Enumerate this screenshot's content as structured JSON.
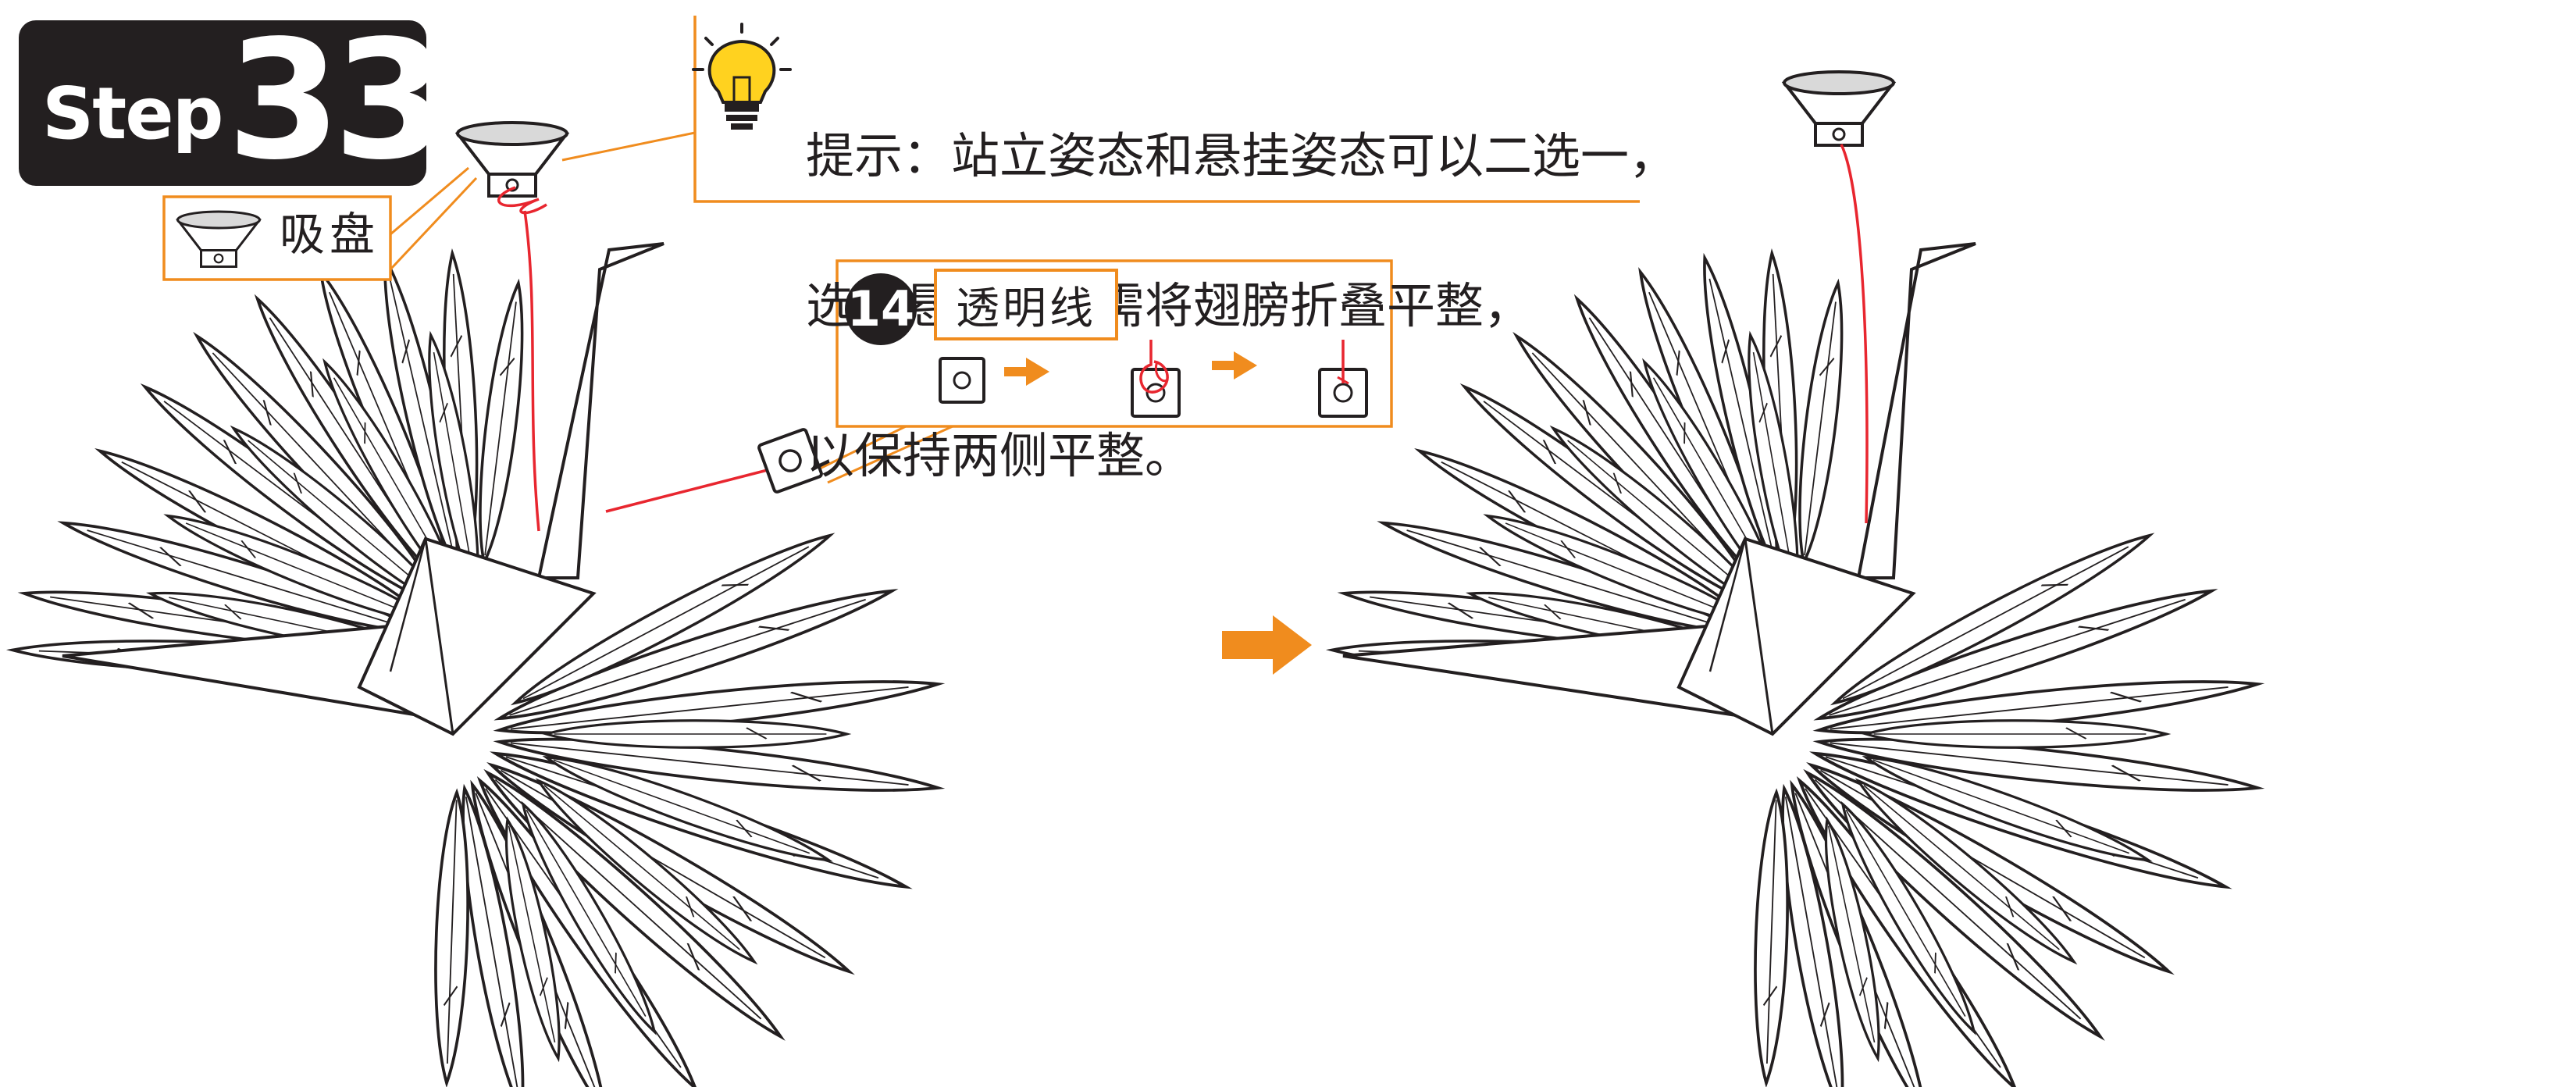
{
  "step": {
    "word": "Step",
    "number": "33"
  },
  "tip": {
    "lines": [
      "提示：站立姿态和悬挂姿态可以二选一，",
      "选择悬挂姿态需将翅膀折叠平整，",
      "以保持两侧平整。"
    ],
    "icon": "lightbulb-icon"
  },
  "suction_cup": {
    "label": "吸盘",
    "icon": "suction-cup-icon"
  },
  "detail": {
    "number": "14",
    "label": "透明线",
    "icon": "eyelet-tie-sequence"
  },
  "colors": {
    "accent_orange": "#f08c1e",
    "thread_red": "#e8262f",
    "line_dark": "#231f20",
    "bulb_yellow": "#ffd21f"
  }
}
